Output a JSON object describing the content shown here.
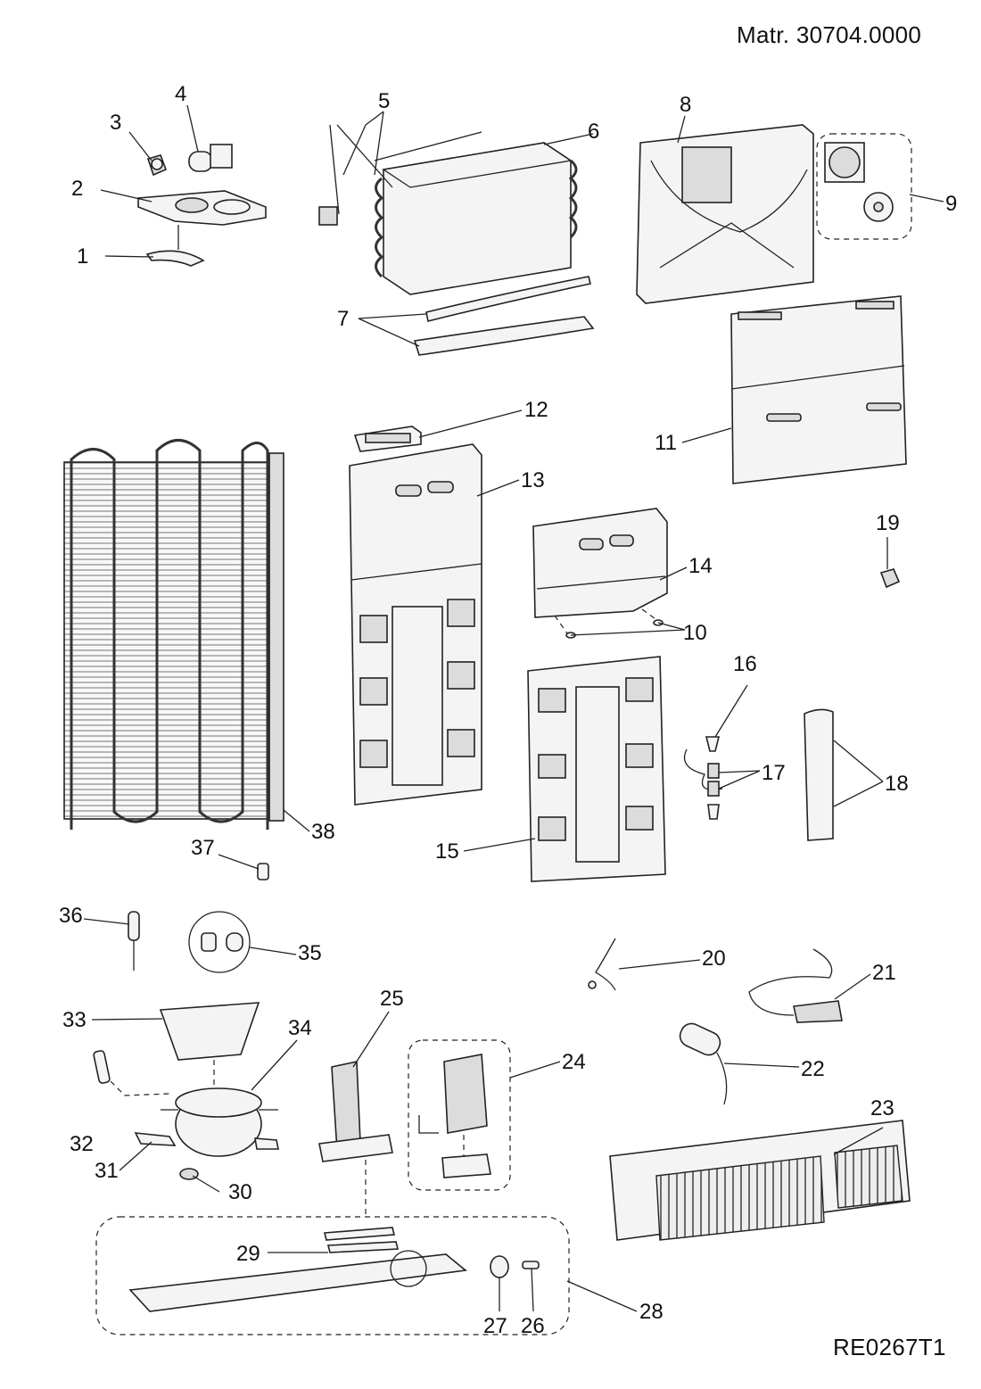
{
  "header": {
    "material_number": "Matr. 30704.0000",
    "reference": "RE0267T1"
  },
  "callouts": [
    "1",
    "2",
    "3",
    "4",
    "5",
    "6",
    "7",
    "8",
    "9",
    "10",
    "11",
    "12",
    "13",
    "14",
    "15",
    "16",
    "17",
    "18",
    "19",
    "20",
    "21",
    "22",
    "23",
    "24",
    "25",
    "26",
    "27",
    "28",
    "29",
    "30",
    "31",
    "32",
    "33",
    "34",
    "35",
    "36",
    "37",
    "38"
  ]
}
